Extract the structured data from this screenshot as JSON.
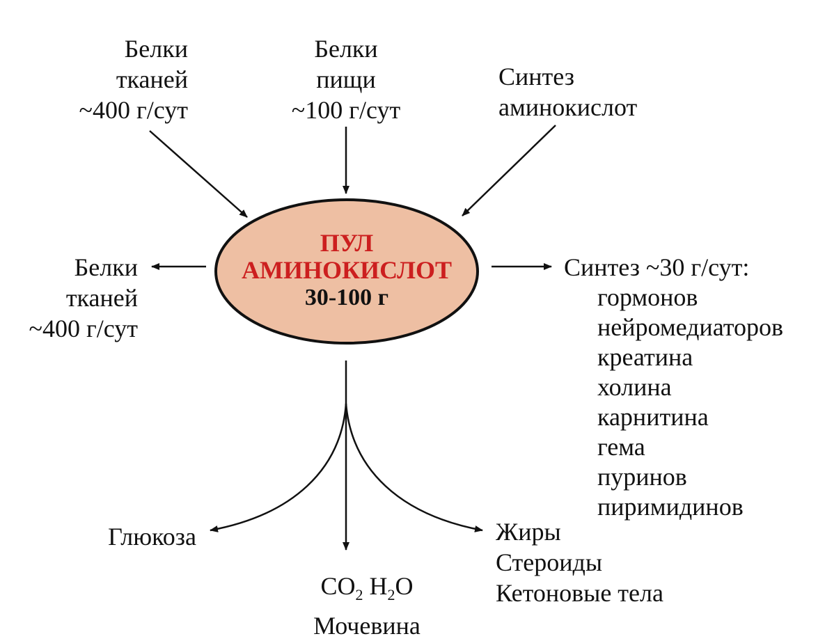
{
  "pool": {
    "line1": "ПУЛ",
    "line2": "АМИНОКИСЛОТ",
    "amount": "30-100 г",
    "fill_color": "#eebfa3",
    "title_color": "#cc1f1f"
  },
  "inputs": {
    "tissue_proteins": [
      "Белки",
      "тканей",
      "~400 г/сут"
    ],
    "food_proteins": [
      "Белки",
      "пищи",
      "~100 г/сут"
    ],
    "aa_synthesis": [
      "Синтез",
      "аминокислот"
    ]
  },
  "outputs": {
    "tissue_proteins": [
      "Белки",
      "тканей",
      "~400 г/сут"
    ],
    "synthesis_header": "Синтез ~30 г/сут:",
    "synthesis_items": [
      "гормонов",
      "нейромедиаторов",
      "креатина",
      "холина",
      "карнитина",
      "гема",
      "пуринов",
      "пиримидинов"
    ],
    "glucose": "Глюкоза",
    "co2": {
      "c": "CO",
      "two": "2",
      "h": " H",
      "two_b": "2",
      "o": "O"
    },
    "urea": "Мочевина",
    "lipids": [
      "Жиры",
      "Стероиды",
      "Кетоновые тела"
    ]
  }
}
